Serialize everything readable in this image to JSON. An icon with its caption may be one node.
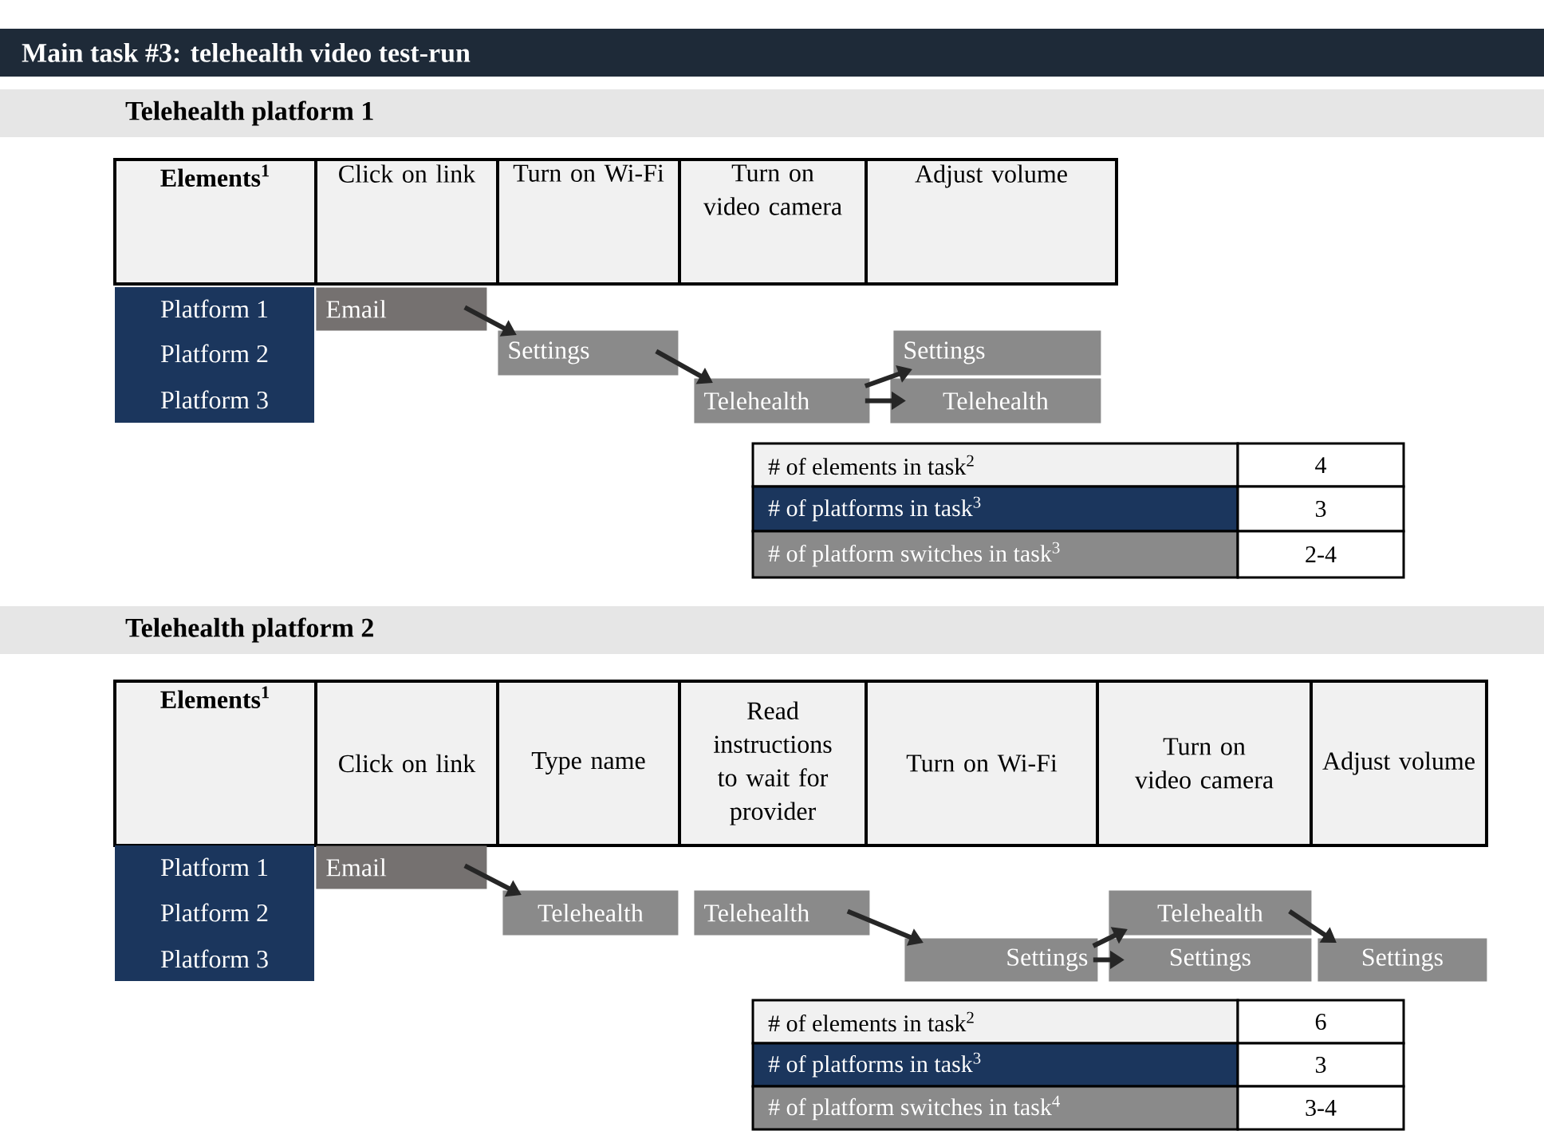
{
  "diagram": {
    "title": "Main task #3: telehealth video test-run",
    "nodes": [
      {
        "text": [
          "Email"
        ]
      },
      {
        "text": [
          "Settings"
        ]
      },
      {
        "text": [
          "Telehealth"
        ]
      },
      {
        "text": [
          "Settings"
        ]
      },
      {
        "text": [
          "Telehealth"
        ]
      },
      {
        "text": [
          "Email"
        ]
      },
      {
        "text": [
          "Telehealth"
        ]
      },
      {
        "text": [
          "Telehealth"
        ]
      },
      {
        "text": [
          "Settings"
        ]
      },
      {
        "text": [
          "Telehealth"
        ]
      },
      {
        "text": [
          "Settings"
        ]
      },
      {
        "text": [
          "Settings"
        ]
      }
    ],
    "edges": [
      {
        "from": 0,
        "to": 1,
        "arrow": "to"
      },
      {
        "from": 1,
        "to": 2,
        "arrow": "to"
      },
      {
        "from": 2,
        "to": 3,
        "arrow": "to"
      },
      {
        "from": 2,
        "to": 4,
        "arrow": "to"
      },
      {
        "from": 5,
        "to": 6,
        "arrow": "to"
      },
      {
        "from": 7,
        "to": 8,
        "arrow": "to"
      },
      {
        "from": 8,
        "to": 9,
        "arrow": "to"
      },
      {
        "from": 8,
        "to": 10,
        "arrow": "to"
      },
      {
        "from": 9,
        "to": 11,
        "arrow": "to"
      }
    ],
    "labels": [
      "Telehealth platform 1",
      "Elements$^{1}$",
      "Click on link",
      "Turn on Wi-Fi",
      "Turn on video camera",
      "Adjust volume",
      "Platform 1",
      "Platform 2",
      "Platform 3",
      "# of elements in task$^{2}$",
      "4",
      "# of platforms in task$^{3}$",
      "3",
      "# of platform switches in task$^{3}$",
      "2-4",
      "Telehealth platform 2",
      "Elements$^{1}$",
      "Click on link",
      "Type name",
      "Read instructions to wait for provider",
      "Turn on Wi-Fi",
      "Turn on video camera",
      "Adjust volume",
      "Platform 1",
      "Platform 2",
      "Platform 3",
      "# of elements in task$^{2}$",
      "6",
      "# of platforms in task$^{3}$",
      "3",
      "# of platform switches in task$^{4}$",
      "3-4"
    ]
  }
}
